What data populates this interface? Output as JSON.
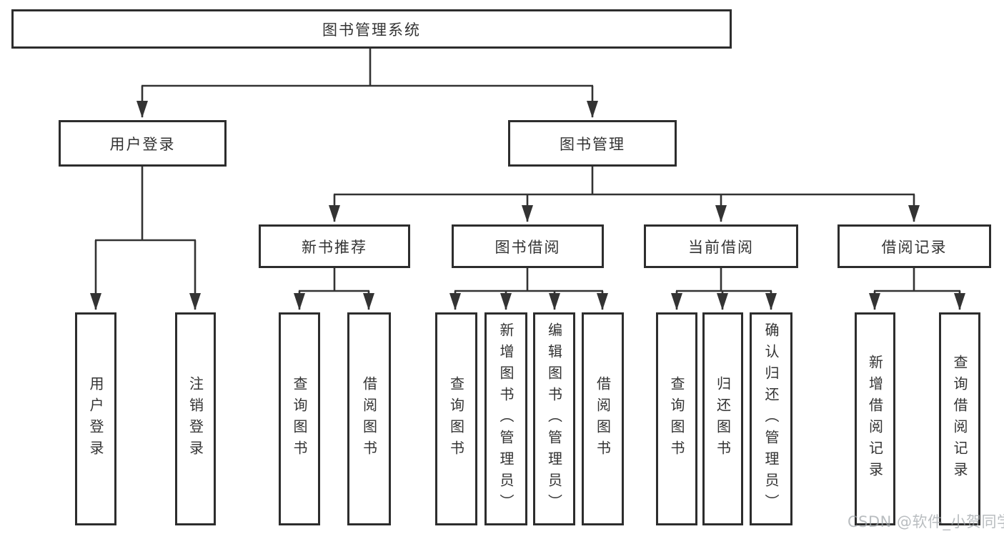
{
  "watermark": "CSDN @软件_小贺同学",
  "diagram": {
    "type": "hierarchy",
    "root": {
      "label": "图书管理系统"
    },
    "level2": {
      "user_login": {
        "label": "用户登录",
        "parent": "图书管理系统"
      },
      "book_mgmt": {
        "label": "图书管理",
        "parent": "图书管理系统"
      }
    },
    "level3": {
      "new_book_rec": {
        "label": "新书推荐",
        "parent": "图书管理"
      },
      "book_borrow": {
        "label": "图书借阅",
        "parent": "图书管理"
      },
      "current_borrow": {
        "label": "当前借阅",
        "parent": "图书管理"
      },
      "borrow_record": {
        "label": "借阅记录",
        "parent": "图书管理"
      }
    },
    "leaves": {
      "user_login_leaf": {
        "label": "用户登录",
        "parent": "用户登录"
      },
      "logout": {
        "label": "注销登录",
        "parent": "用户登录"
      },
      "rec_query": {
        "label": "查询图书",
        "parent": "新书推荐"
      },
      "rec_borrow": {
        "label": "借阅图书",
        "parent": "新书推荐"
      },
      "bb_query": {
        "label": "查询图书",
        "parent": "图书借阅"
      },
      "bb_add": {
        "label": "新增图书（管理员）",
        "parent": "图书借阅"
      },
      "bb_edit": {
        "label": "编辑图书（管理员）",
        "parent": "图书借阅"
      },
      "bb_borrow": {
        "label": "借阅图书",
        "parent": "图书借阅"
      },
      "cb_query": {
        "label": "查询图书",
        "parent": "当前借阅"
      },
      "cb_return": {
        "label": "归还图书",
        "parent": "当前借阅"
      },
      "cb_confirm": {
        "label": "确认归还（管理员）",
        "parent": "当前借阅"
      },
      "br_add": {
        "label": "新增借阅记录",
        "parent": "借阅记录"
      },
      "br_query": {
        "label": "查询借阅记录",
        "parent": "借阅记录"
      }
    },
    "colors": {
      "line": "#333333",
      "border": "#2d2d2d",
      "background": "#ffffff"
    }
  }
}
